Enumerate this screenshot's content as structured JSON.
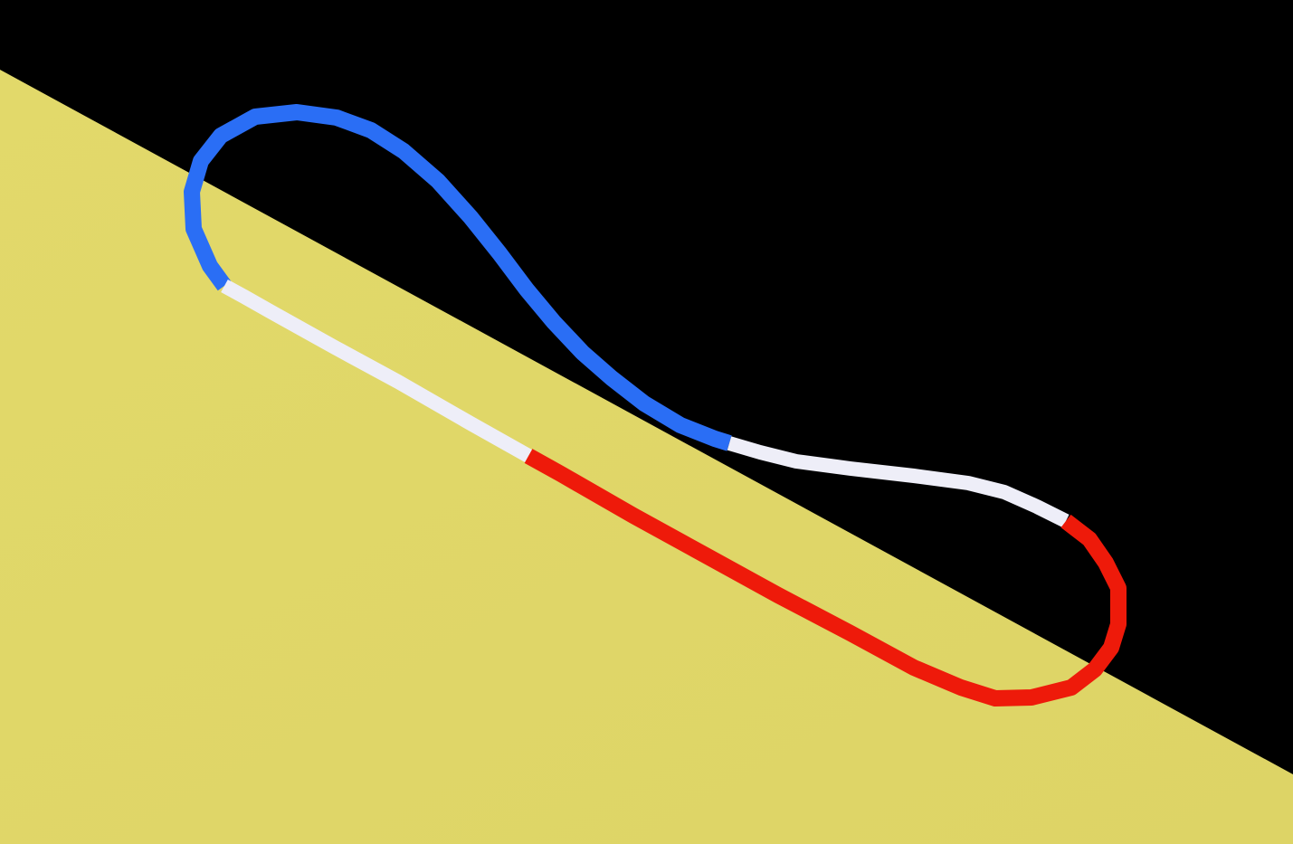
{
  "scene": {
    "background_color": "#000000",
    "ground_color": "#e2d96a",
    "ground_shade_color": "#ddd466",
    "loop_segments": [
      {
        "id": "blue",
        "color": "#2a6ef5"
      },
      {
        "id": "white",
        "color": "#eeeef8"
      },
      {
        "id": "red",
        "color": "#ee1a0a"
      }
    ]
  }
}
